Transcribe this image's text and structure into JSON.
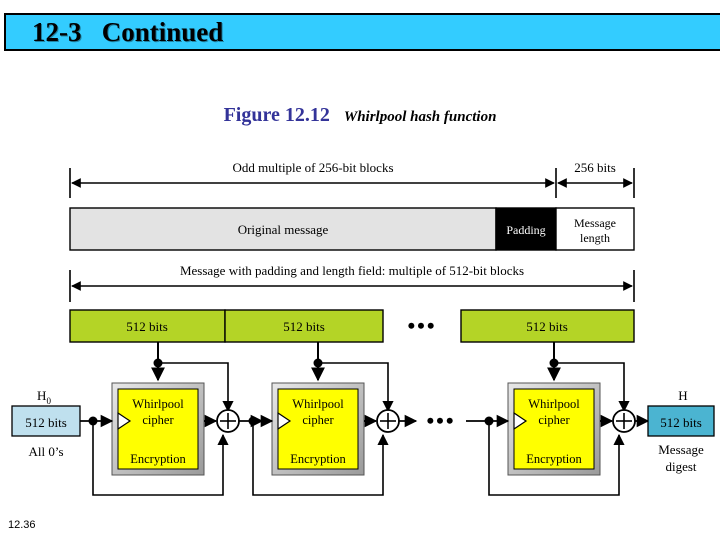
{
  "slide": {
    "banner_title": "12-3   Continued",
    "page_number": "12.36",
    "banner_color": "#33ccff"
  },
  "figure": {
    "number": "Figure 12.12",
    "title": "Whirlpool hash function"
  },
  "diagram": {
    "top_measure_left_label": "Odd multiple of 256-bit blocks",
    "top_measure_right_label": "256 bits",
    "message_bar": {
      "original_label": "Original message",
      "padding_label": "Padding",
      "length_label_line1": "Message",
      "length_label_line2": "length",
      "original_color": "#e3e3e3",
      "padding_color": "#000000",
      "length_color": "#ffffff"
    },
    "second_measure_label": "Message with padding and length field: multiple of 512-bit blocks",
    "blocks": {
      "block_color": "#b4d426",
      "labels": [
        "512 bits",
        "512 bits",
        "512 bits"
      ],
      "ellipsis": "•••"
    },
    "cipher": {
      "line1": "Whirlpool",
      "line2": "cipher",
      "line3": "Encryption",
      "fill_color": "#ffff00",
      "frame_color": "#c0c0c0"
    },
    "cipher_ellipsis": "•••",
    "iv": {
      "symbol": "H",
      "subscript": "0",
      "box_label": "512 bits",
      "caption": "All 0’s",
      "box_color": "#bfe0ee"
    },
    "output": {
      "symbol": "H",
      "box_label": "512 bits",
      "caption_line1": "Message",
      "caption_line2": "digest",
      "box_color": "#4bb4d1"
    }
  }
}
